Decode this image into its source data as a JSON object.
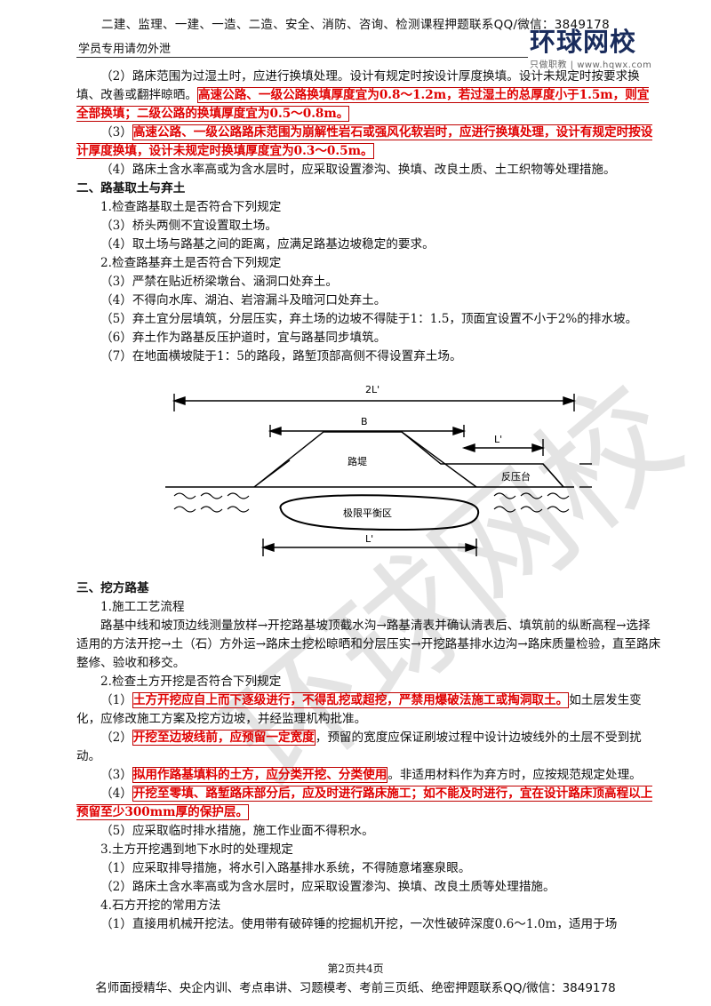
{
  "header": {
    "ad_top": "二建、监理、一建、一造、二造、安全、消防、咨询、检测课程押题联系QQ/微信：3849178",
    "left_note": "学员专用请勿外泄",
    "logo_text": "环球网校",
    "logo_sub": "只做职教 | www.hqwx.com"
  },
  "para1": {
    "text": "（2）路床范围为过湿土时，应进行换填处理。设计有规定时按设计厚度换填。设计未规定时按要求换填、改善或翻拌晾晒。",
    "highlight": "高速公路、一级公路换填厚度宜为0.8～1.2m，若过湿土的总厚度小于1.5m，则宜全部换填；二级公路的换填厚度宜为0.5～0.8m。"
  },
  "para2": {
    "prefix": "（3）",
    "highlight": "高速公路、一级公路路床范围为崩解性岩石或强风化软岩时，应进行换填处理，设计有规定时按设计厚度换填，设计未规定时换填厚度宜为0.3～0.5m。"
  },
  "para3": "（4）路床土含水率高或为含水层时，应采取设置渗沟、换填、改良土质、土工织物等处理措施。",
  "section2": {
    "title": "二、路基取土与弃土",
    "item1": "1.检查路基取土是否符合下列规定",
    "item1_a": "（3）桥头两侧不宜设置取土场。",
    "item1_b": "（4）取土场与路基之间的距离，应满足路基边坡稳定的要求。",
    "item2": "2.检查路基弃土是否符合下列规定",
    "item2_a": "（3）严禁在贴近桥梁墩台、涵洞口处弃土。",
    "item2_b": "（4）不得向水库、湖泊、岩溶漏斗及暗河口处弃土。",
    "item2_c": "（5）弃土宜分层填筑，分层压实，弃土场的边坡不得陡于1：1.5，顶面宜设置不小于2%的排水坡。",
    "item2_d": "（6）弃土作为路基反压护道时，宜与路基同步填筑。",
    "item2_e": "（7）在地面横坡陡于1：5的路段，路堑顶部高侧不得设置弃土场。"
  },
  "diagram": {
    "label_2L": "2L'",
    "label_B": "B",
    "label_L_top": "L'",
    "label_roadbed": "路堤",
    "label_berm": "反压台",
    "label_zone": "极限平衡区",
    "label_L_bottom": "L'"
  },
  "section3": {
    "title": "三、挖方路基",
    "sub1": "1.施工工艺流程",
    "flow": "路基中线和坡顶边线测量放样→开挖路基坡顶截水沟→路基清表并确认清表后、填筑前的纵断高程→选择适用的方法开挖→土（石）方外运→路床土挖松晾晒和分层压实→开挖路基排水边沟→路床质量检验，直至路床整修、验收和移交。",
    "sub2": "2.检查土方开挖是否符合下列规定",
    "r1_prefix": "（1）",
    "r1_hl": "土方开挖应自上而下逐级进行，不得乱挖或超挖，严禁用爆破法施工或掏洞取土。",
    "r1_rest": "如土层发生变化，应修改施工方案及挖方边坡，并经监理机构批准。",
    "r2_prefix": "（2）",
    "r2_hl": "开挖至边坡线前，应预留一定宽度",
    "r2_rest": "，预留的宽度应保证刷坡过程中设计边坡线外的土层不受到扰动。",
    "r3_prefix": "（3）",
    "r3_hl": "拟用作路基填料的土方，应分类开挖、分类使用",
    "r3_rest": "。非适用材料作为弃方时，应按规范规定处理。",
    "r4_prefix": "（4）",
    "r4_hl": "开挖至零填、路堑路床部分后，应及时进行路床施工；如不能及时进行，宜在设计路床顶高程以上预留至少300mm厚的保护层。",
    "r5": "（5）应采取临时排水措施，施工作业面不得积水。",
    "sub3": "3.土方开挖遇到地下水时的处理规定",
    "g1": "（1）应采取排导措施，将水引入路基排水系统，不得随意堵塞泉眼。",
    "g2": "（2）路床土含水率高或为含水层时，应采取设置渗沟、换填、改良土质等处理措施。",
    "sub4": "4.石方开挖的常用方法",
    "s1": "（1）直接用机械开挖法。使用带有破碎锤的挖掘机开挖，一次性破碎深度0.6～1.0m，适用于场"
  },
  "footer": {
    "page": "第2页共4页",
    "ad": "名师面授精华、央企内训、考点串讲、习题模考、考前三页纸、绝密押题联系QQ/微信：3849178"
  },
  "colors": {
    "highlight": "#e00000",
    "box": "#c00000",
    "logo": "#1a2c5c"
  }
}
